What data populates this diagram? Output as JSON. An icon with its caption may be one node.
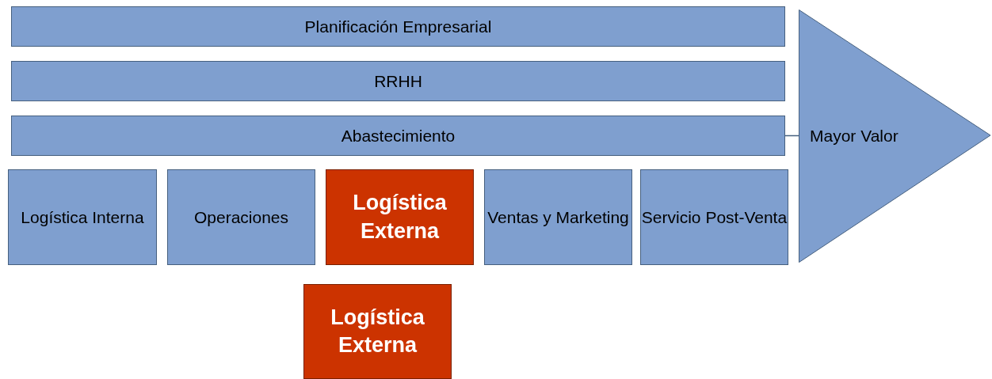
{
  "diagram": {
    "nodes": [
      {
        "text": [
          "Planificación Empresarial"
        ]
      },
      {
        "text": [
          "RRHH"
        ]
      },
      {
        "text": [
          "Abastecimiento"
        ]
      },
      {
        "text": [
          "Logística Interna"
        ]
      },
      {
        "text": [
          "Operaciones"
        ]
      },
      {
        "text": [
          "Logística Externa"
        ]
      },
      {
        "text": [
          "Ventas y Marketing"
        ]
      },
      {
        "text": [
          "Servicio Post-Venta"
        ]
      },
      {
        "text": [
          "Mayor Valor"
        ]
      },
      {
        "text": [
          "Logística Externa"
        ]
      }
    ],
    "edges": [
      {
        "from": 2,
        "to": 8,
        "arrow": "none"
      }
    ]
  }
}
